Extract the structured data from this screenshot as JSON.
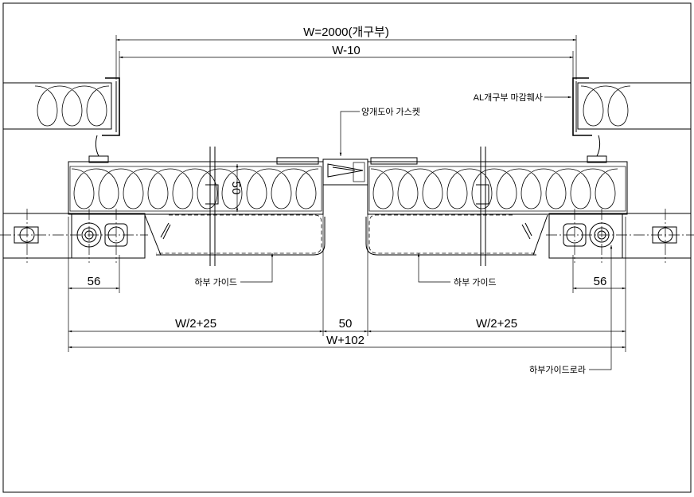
{
  "dimensions": {
    "opening": "W=2000(개구부)",
    "inner": "W-10",
    "left_offset": "56",
    "right_offset": "56",
    "left_half": "W/2+25",
    "center_gap": "50",
    "right_half": "W/2+25",
    "total": "W+102",
    "panel_depth": "50"
  },
  "notes": {
    "gasket": "양개도아 가스켓",
    "trim": "AL개구부 마감훼사",
    "bottom_guide_left": "하부 가이드",
    "bottom_guide_right": "하부 가이드",
    "guide_roller": "하부가이드로라"
  }
}
